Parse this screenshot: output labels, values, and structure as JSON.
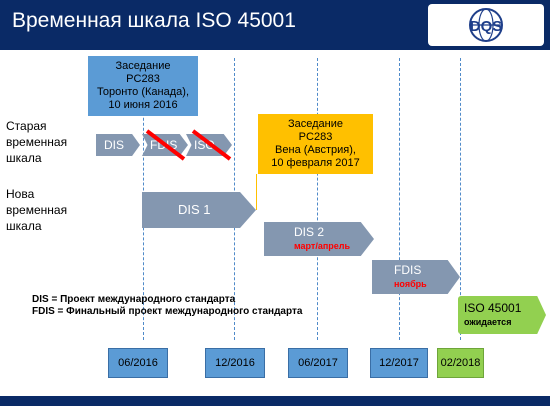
{
  "header": {
    "title": "Временная шкала ISO 45001",
    "logo_text": "DQS"
  },
  "meetings": {
    "toronto": [
      "Заседание",
      "PC283",
      "Торонто (Канада),",
      "10 июня 2016"
    ],
    "vienna": [
      "Заседание",
      "PC283",
      "Вена (Австрия),",
      "10 февраля 2017"
    ]
  },
  "labels": {
    "old": [
      "Старая",
      "временная",
      "шкала"
    ],
    "new": [
      "Нова",
      "временная",
      "шкала"
    ]
  },
  "old_timeline": {
    "dis": "DIS",
    "fdis": "FDIS",
    "iso": "ISO"
  },
  "new_timeline": {
    "dis1": "DIS 1",
    "dis2": "DIS 2",
    "dis2_sub": "март/апрель",
    "fdis": "FDIS",
    "fdis_sub": "ноябрь",
    "iso": "ISO 45001",
    "iso_sub": "ожидается"
  },
  "legend": {
    "dis": "DIS = Проект международного стандарта",
    "fdis": "FDIS = Финальный проект международного стандарта"
  },
  "dates": [
    "06/2016",
    "12/2016",
    "06/2017",
    "12/2017",
    "02/2018"
  ],
  "colors": {
    "header": "#0a2a66",
    "blue": "#5b9bd5",
    "yellow": "#ffc000",
    "arrow": "#8497b0",
    "green": "#92d050",
    "red": "#ff0000"
  }
}
